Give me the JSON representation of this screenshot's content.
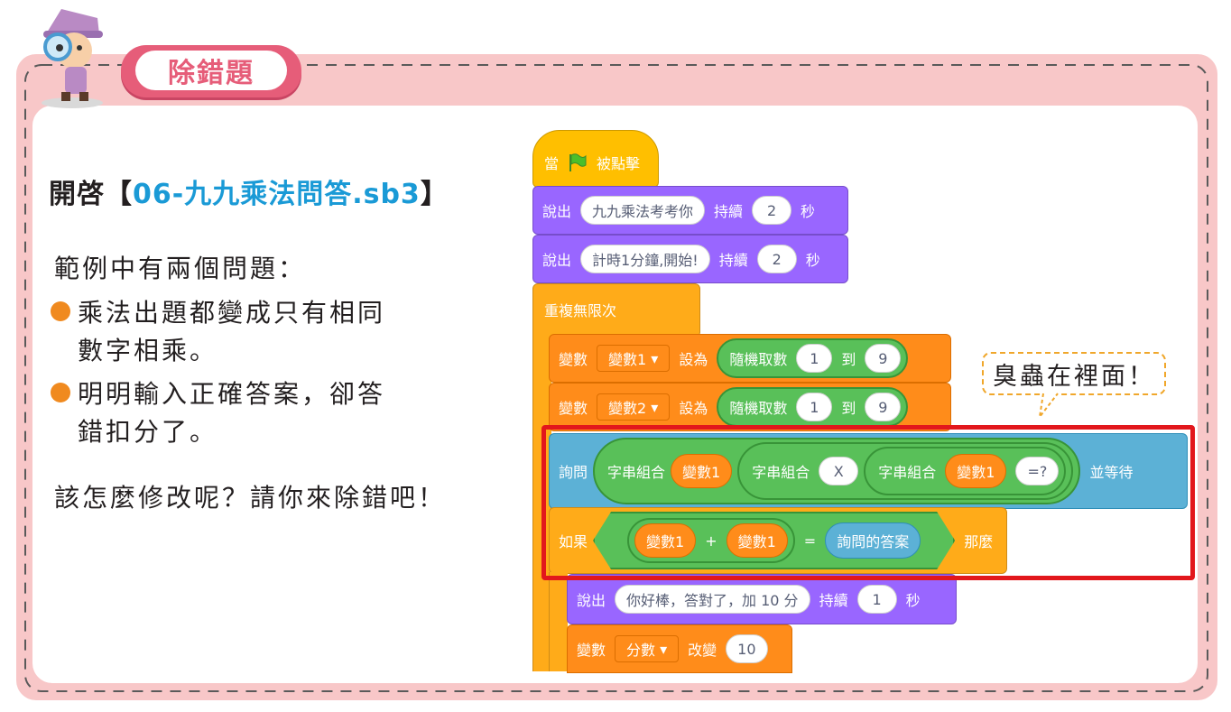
{
  "title": "除錯題",
  "left": {
    "open_prefix": "開啓【",
    "file_name": "06-九九乘法問答.sb3",
    "open_suffix": "】",
    "intro": "範例中有兩個問題：",
    "bullet1_line1": "乘法出題都變成只有相同",
    "bullet1_line2": "數字相乘。",
    "bullet2_line1": "明明輸入正確答案，卻答",
    "bullet2_line2": "錯扣分了。",
    "closing": "該怎麼修改呢？請你來除錯吧！"
  },
  "bubble": "臭蟲在裡面！",
  "blocks": {
    "hat_when": "當",
    "hat_clicked": "被點擊",
    "say": "說出",
    "say1_text": "九九乘法考考你",
    "for_secs": "持續",
    "say1_secs": "2",
    "secs": "秒",
    "say2_text": "計時1分鐘,開始!",
    "say2_secs": "2",
    "forever": "重複無限次",
    "variable": "變數",
    "var1": "變數1",
    "var2": "變數2",
    "set_to": "設為",
    "random": "隨機取數",
    "rand_from": "1",
    "rand_to_label": "到",
    "rand_to": "9",
    "ask": "詢問",
    "join": "字串組合",
    "join_x": "X",
    "join_eq": "=?",
    "and_wait": "並等待",
    "if": "如果",
    "plus": "+",
    "equals": "=",
    "answer": "詢問的答案",
    "then": "那麼",
    "say3_text": "你好棒，答對了，加 10 分",
    "say3_secs": "1",
    "score_var": "分數",
    "change_by": "改變",
    "change_val": "10"
  },
  "colors": {
    "frame": "#f8c7c8",
    "title_tab": "#e65d79",
    "file_name": "#1a9ad6",
    "bullet_dot": "#f08a1f",
    "highlight": "#e2171c"
  }
}
